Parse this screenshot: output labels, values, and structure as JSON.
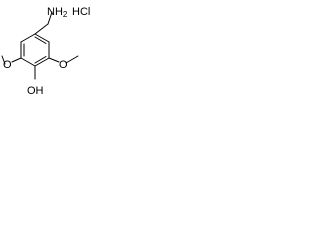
{
  "molecule": {
    "labels": {
      "amine": "NH",
      "amine_subscript": "2",
      "salt": "HCl",
      "hydroxyl": "OH",
      "methoxy_left_oxygen": "O",
      "methoxy_right_oxygen": "O"
    }
  }
}
